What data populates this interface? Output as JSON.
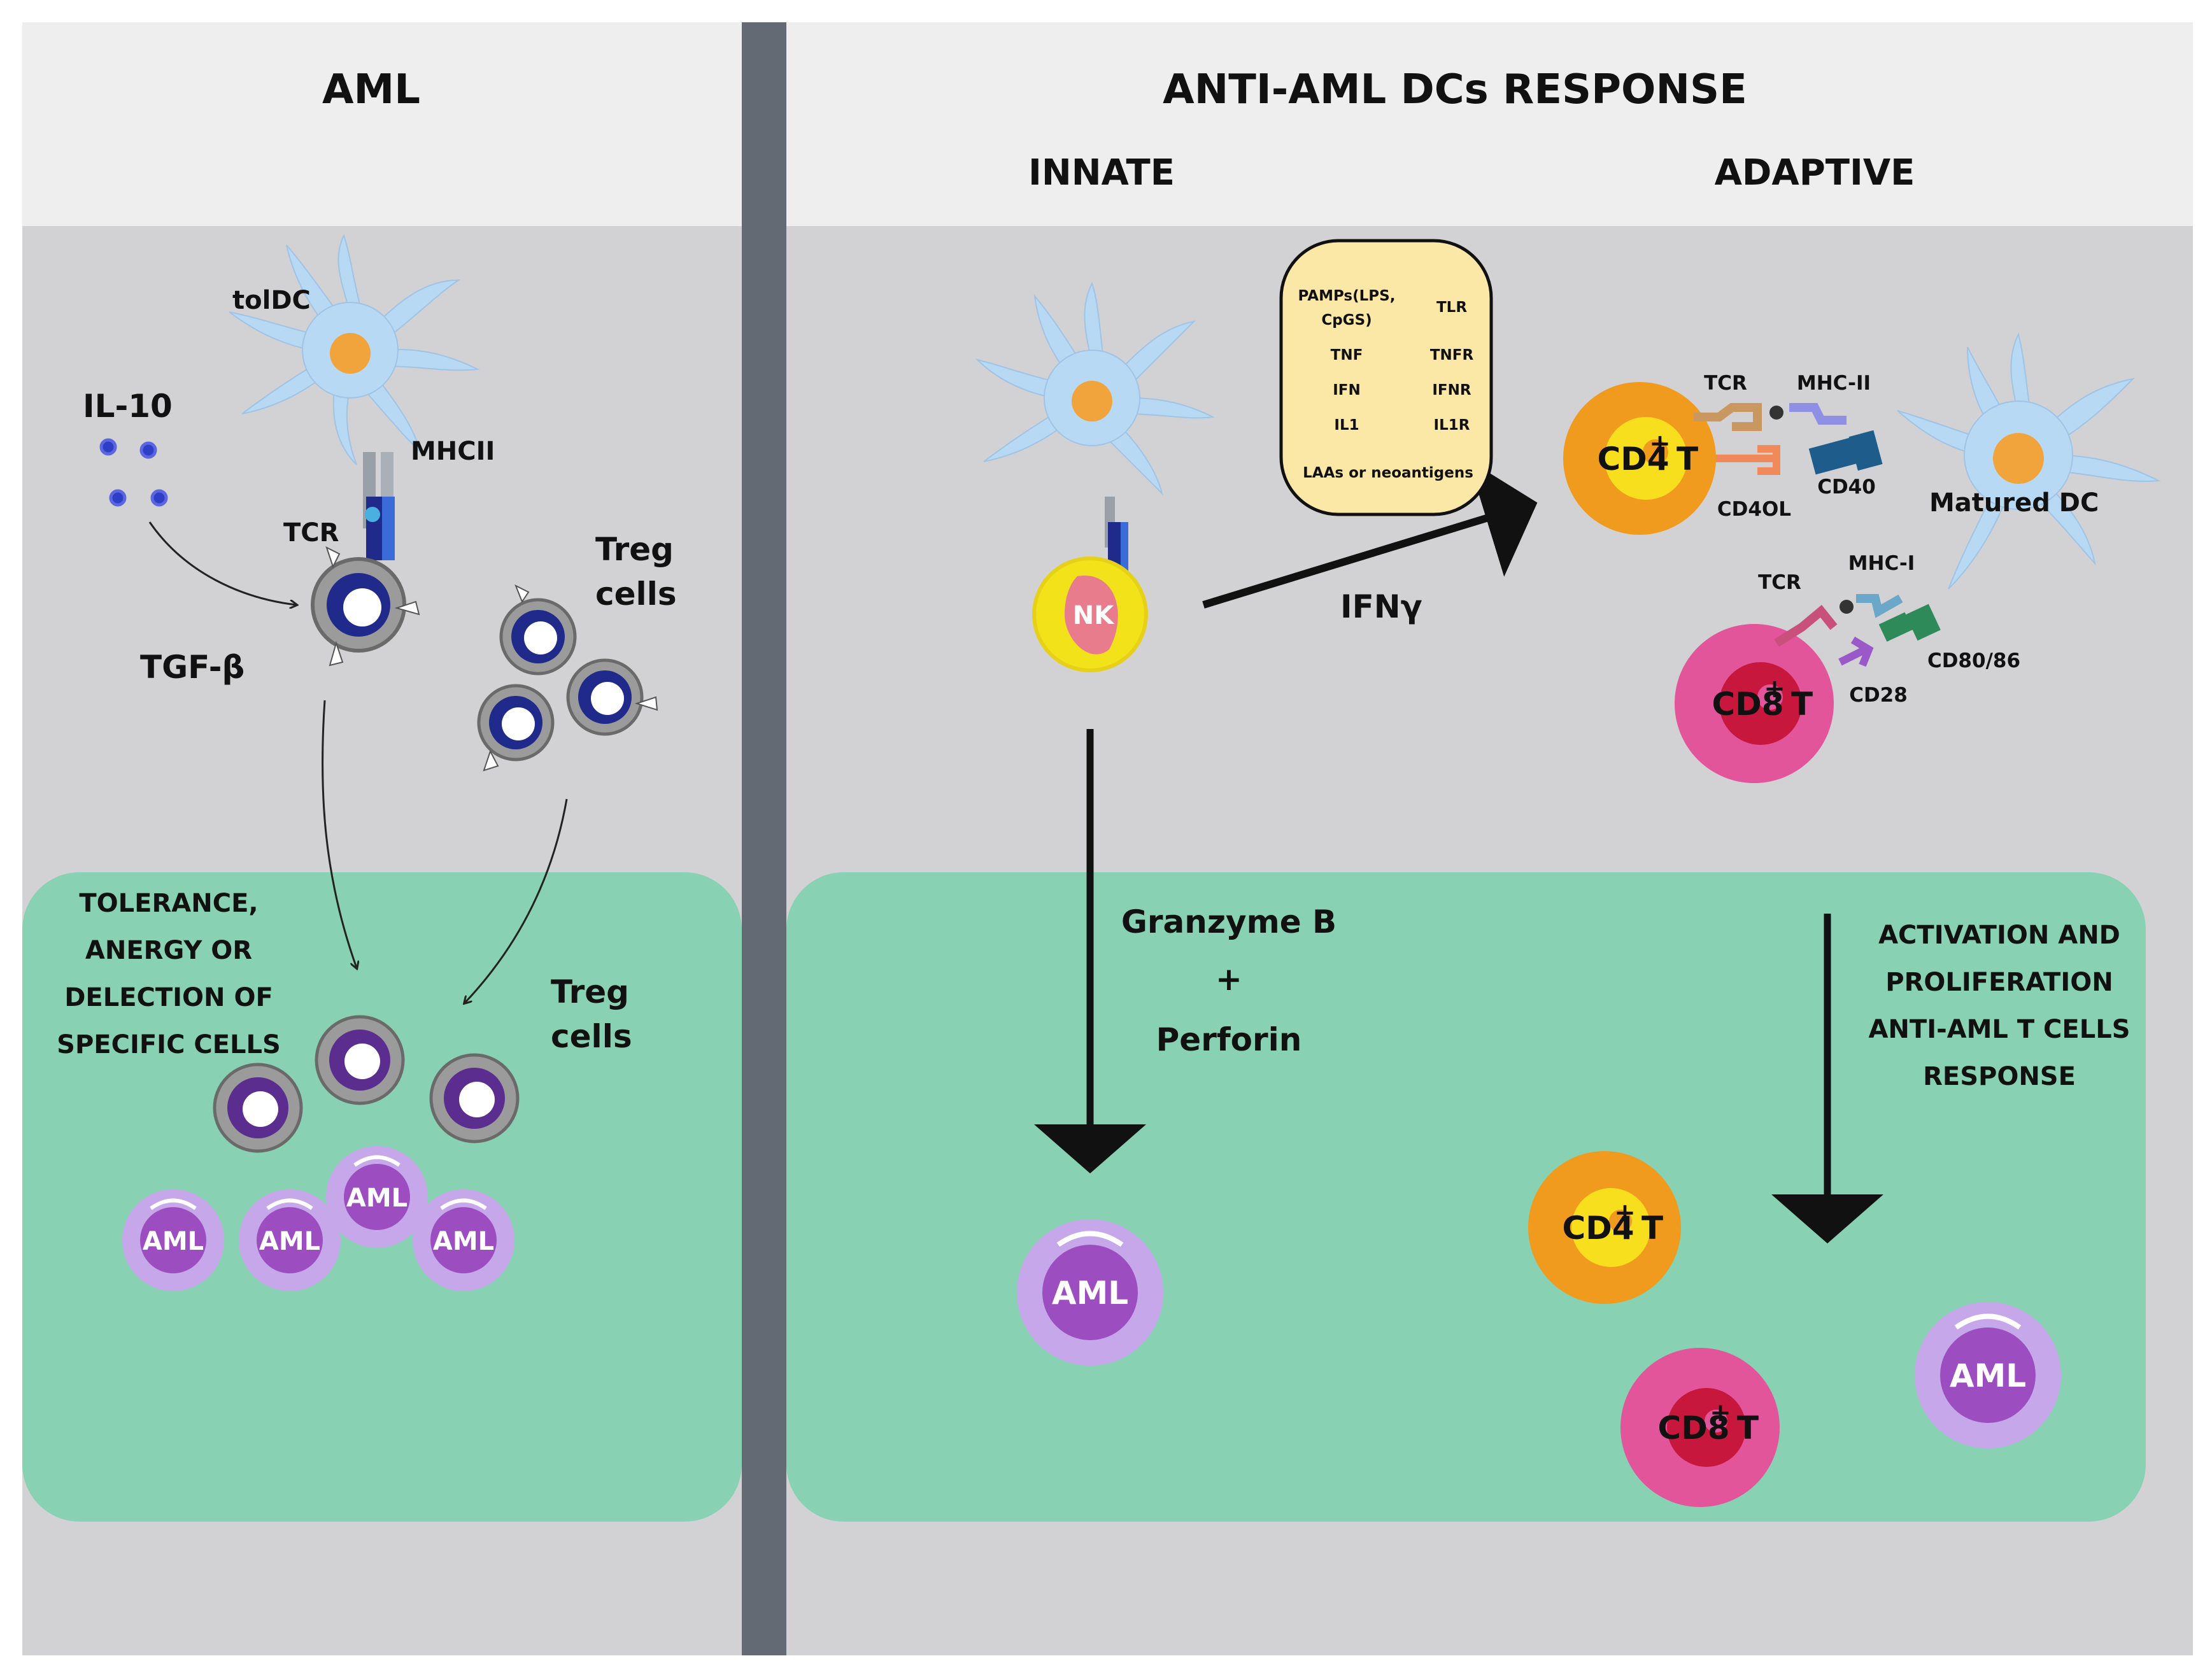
{
  "left_panel": {
    "title": "AML",
    "toldc_label": "tolDC",
    "il10_label": "IL-10",
    "mhcii_label": "MHCII",
    "tcr_label": "TCR",
    "tgfb_label": "TGF-β",
    "treg_line1": "Treg",
    "treg_line2": "cells",
    "outcome_lines": [
      "TOLERANCE,",
      "ANERGY OR",
      "DELECTION OF",
      "SPECIFIC CELLS"
    ],
    "treg2_line1": "Treg",
    "treg2_line2": "cells",
    "aml_label": "AML"
  },
  "right_panel": {
    "title": "ANTI-AML DCs RESPONSE",
    "innate_label": "INNATE",
    "adaptive_label": "ADAPTIVE",
    "nk_label": "NK",
    "ifng_label": "IFNγ",
    "signals_box": {
      "left": [
        "PAMPs(LPS,",
        "CpGS)",
        "TNF",
        "IFN",
        "IL1"
      ],
      "right": [
        "TLR",
        "TNFR",
        "IFNR",
        "IL1R"
      ],
      "footer": "LAAs or neoantigens"
    },
    "cd4_label": "CD4",
    "cd8_label": "CD8",
    "superscript": "+",
    "t_label": "T",
    "tcr_top_label": "TCR",
    "mhc2_label": "MHC-II",
    "cd40_label": "CD40",
    "cd40l_label": "CD4OL",
    "matured_dc_label": "Matured DC",
    "tcr_bottom_label": "TCR",
    "mhc1_label": "MHC-I",
    "cd80_label": "CD80/86",
    "cd28_label": "CD28",
    "granzyme_lines": [
      "Granzyme B",
      "+",
      "Perforin"
    ],
    "activation_lines": [
      "ACTIVATION AND",
      "PROLIFERATION",
      "ANTI-AML T CELLS",
      "RESPONSE"
    ],
    "aml_label": "AML"
  },
  "colors": {
    "header_band": "#eeeeee",
    "panel": "#d2d2d4",
    "divider": "#646a74",
    "green_zone": "#88d1b3",
    "dc_blue": "#b8d9f4",
    "dc_nucleus": "#f2a43c",
    "cd4_orange": "#f09a1e",
    "cd4_yellow": "#f8df1e",
    "cd8_pink": "#e2559a",
    "cd8_red": "#c8173d",
    "nk_yellow": "#f2e21a",
    "nk_pink": "#e97c8c",
    "aml_purple": "#c6a8ea",
    "aml_core": "#9c4ec0",
    "treg_navy": "#1f2a8a",
    "box_fill": "#fbe7a6"
  }
}
